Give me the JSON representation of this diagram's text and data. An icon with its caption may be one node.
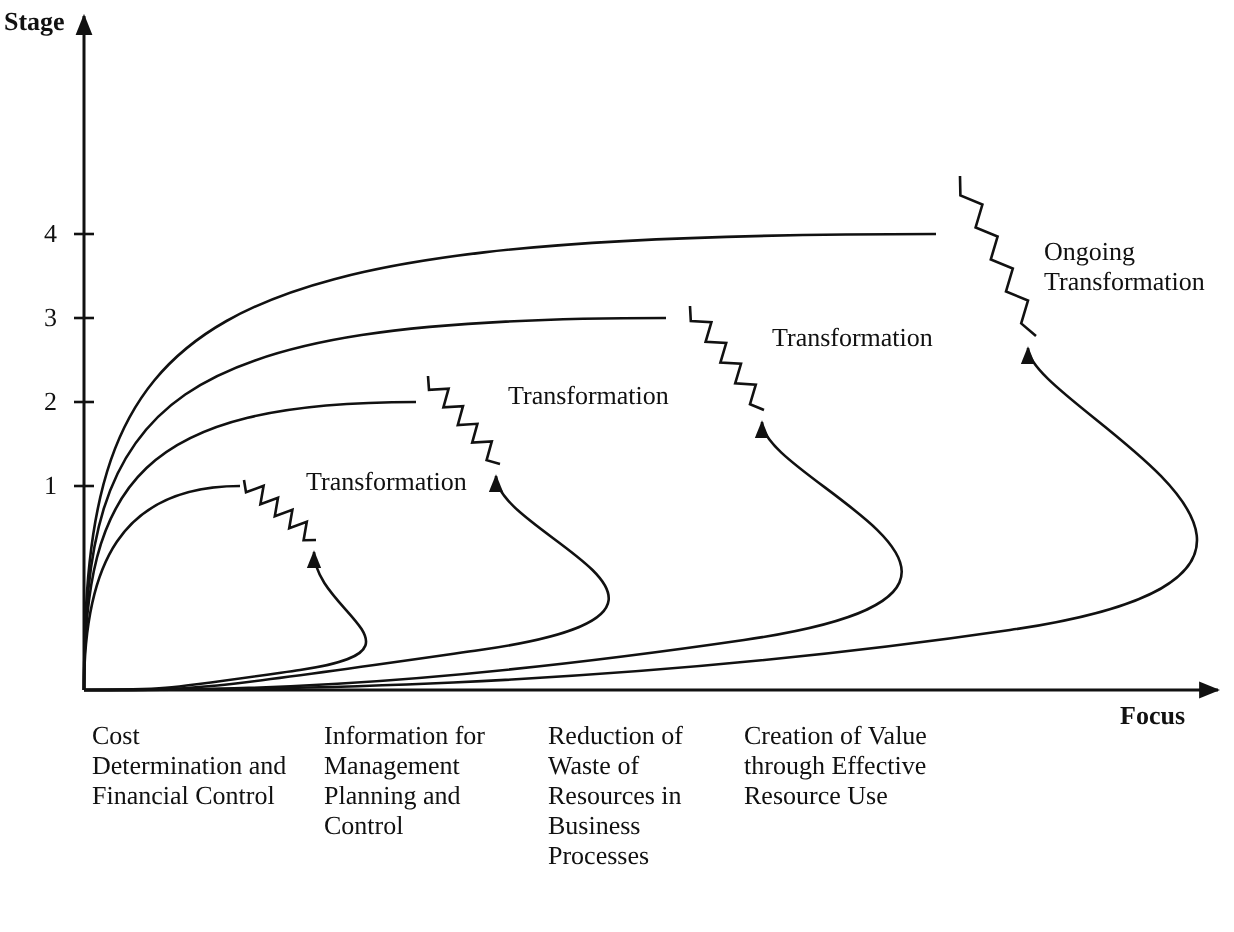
{
  "diagram": {
    "labels": [
      "Stage",
      "4",
      "Ongoing Transformation",
      "3",
      "Transformation",
      "2",
      "Transformation",
      "1",
      "Transformation",
      "Focus",
      "Cost Determination and Financial Control",
      "Information for Management Planning and Control",
      "Reduction of Waste of Resources in Business Processes",
      "Creation of Value through Effective Resource Use"
    ]
  }
}
